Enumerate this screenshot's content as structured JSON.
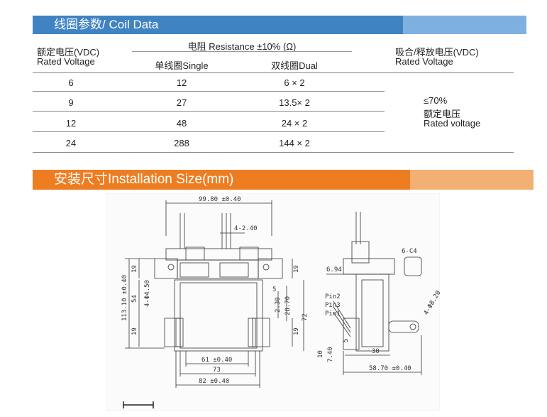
{
  "coil_section": {
    "title": "线圈参数/ Coil Data",
    "rated_voltage_cn": "额定电压(VDC)",
    "rated_voltage_en": "Rated Voltage",
    "resistance_header": "电阻 Resistance ±10% (Ω)",
    "single_header": "单线圈Single",
    "dual_header": "双线圈Dual",
    "pickup_header_cn": "吸合/释放电压(VDC)",
    "pickup_header_en": "Rated Voltage",
    "rows": [
      {
        "voltage": "6",
        "single": "12",
        "dual": "6 × 2"
      },
      {
        "voltage": "9",
        "single": "27",
        "dual": "13.5× 2"
      },
      {
        "voltage": "12",
        "single": "48",
        "dual": "24 × 2"
      },
      {
        "voltage": "24",
        "single": "288",
        "dual": "144 × 2"
      }
    ],
    "pickup_value": "≤70%",
    "pickup_note_cn": "额定电压",
    "pickup_note_en": "Rated voltage"
  },
  "install_section": {
    "title": "安装尺寸Installation Size(mm)",
    "dims": {
      "top_width": "99.80 ±0.40",
      "pin_spacing": "4-2.40",
      "left_height": "113.10 ±0.40",
      "mount_hole": "4-Φ4.50",
      "flange_top": "19",
      "center": "54",
      "flange_bottom": "19",
      "right_top": "19",
      "right_bottom": "19",
      "small_a": "5",
      "small_b": "2.30",
      "dim_2870": "28.70",
      "dim_72": "72",
      "bottom_61": "61 ±0.40",
      "bottom_73": "73",
      "bottom_82": "82 ±0.40",
      "side_thread": "6-C4",
      "side_694": "6.94",
      "pin2": "Pin2",
      "pin3": "Pin3",
      "pin1": "Pin1",
      "side_hole": "4-Φ8.20",
      "side_5": "5",
      "side_10": "10",
      "side_740": "7.40",
      "side_30": "30",
      "side_5870": "58.70 ±0.40"
    }
  }
}
